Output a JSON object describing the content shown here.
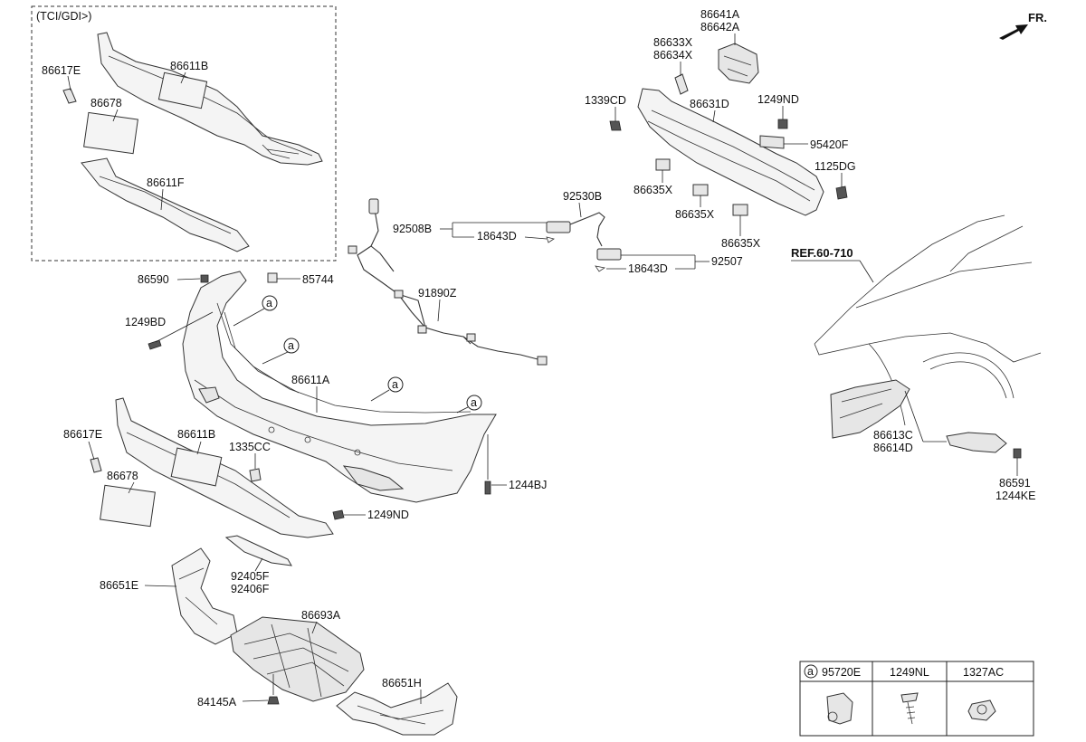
{
  "inset": {
    "title": "(TCI/GDI>)"
  },
  "orientation": {
    "label": "FR."
  },
  "reference": {
    "label": "REF.60-710"
  },
  "callout_symbol": "a",
  "labels": {
    "p86617E_top": "86617E",
    "p86611B_top": "86611B",
    "p86678_top": "86678",
    "p86611F": "86611F",
    "p86590": "86590",
    "p85744": "85744",
    "p1249BD": "1249BD",
    "p86611A": "86611A",
    "p86617E_bot": "86617E",
    "p86611B_bot": "86611B",
    "p1335CC": "1335CC",
    "p86678_bot": "86678",
    "p1244BJ": "1244BJ",
    "p1249ND_bot": "1249ND",
    "p92405F": "92405F",
    "p92406F": "92406F",
    "p86651E": "86651E",
    "p86693A": "86693A",
    "p84145A": "84145A",
    "p86651H": "86651H",
    "p91890Z": "91890Z",
    "p92530B": "92530B",
    "p92508B": "92508B",
    "p18643D_a": "18643D",
    "p18643D_b": "18643D",
    "p92507": "92507",
    "p86641A": "86641A",
    "p86642A": "86642A",
    "p86633X": "86633X",
    "p86634X": "86634X",
    "p1339CD": "1339CD",
    "p86631D": "86631D",
    "p1249ND_top": "1249ND",
    "p95420F": "95420F",
    "p1125DG": "1125DG",
    "p86635X_a": "86635X",
    "p86635X_b": "86635X",
    "p86635X_c": "86635X",
    "p86613C": "86613C",
    "p86614D": "86614D",
    "p86591": "86591",
    "p1244KE": "1244KE"
  },
  "legend_table": {
    "columns": [
      "95720E",
      "1249NL",
      "1327AC"
    ]
  }
}
